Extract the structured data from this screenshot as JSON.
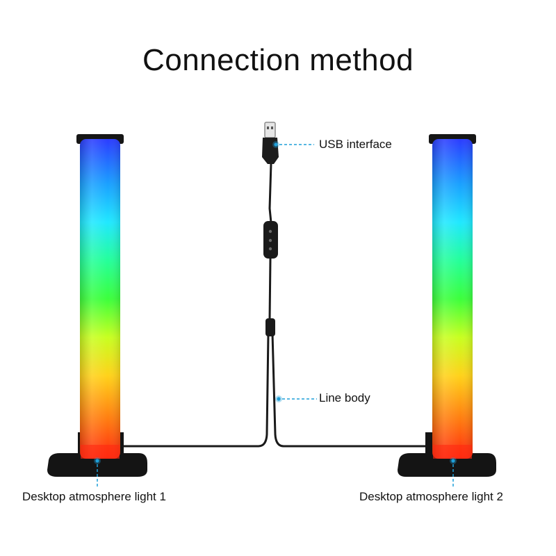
{
  "title": "Connection method",
  "labels": {
    "usb": "USB interface",
    "line": "Line body",
    "light1": "Desktop atmosphere light 1",
    "light2": "Desktop atmosphere light 2"
  },
  "colors": {
    "callout": "#1f9fd8",
    "cable": "#1a1a1a",
    "base": "#141414",
    "gradient": [
      "#2b3cff",
      "#1aa0ff",
      "#20e8ff",
      "#24ff9a",
      "#3cff3c",
      "#c8ff20",
      "#ffd21a",
      "#ff7a10",
      "#ff2a10"
    ]
  }
}
